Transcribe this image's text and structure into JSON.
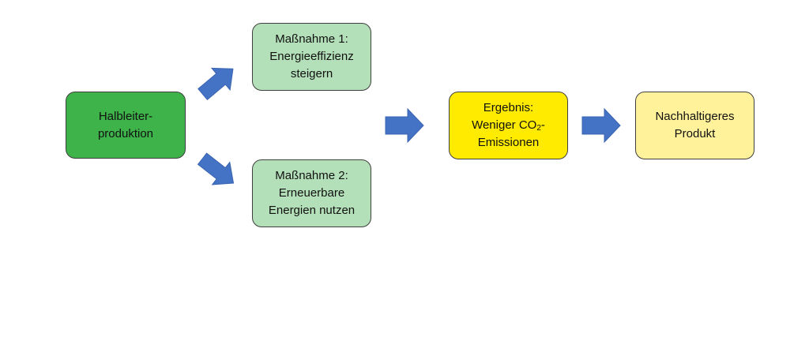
{
  "colors": {
    "start": "#3db34a",
    "measure": "#b3e0b8",
    "result": "#ffeb00",
    "product": "#fff29a",
    "arrow": "#4472c4",
    "border": "#3f3f3f"
  },
  "boxes": {
    "start": {
      "text": "Halbleiter-\nproduktion"
    },
    "measure1": {
      "text": "Maßnahme 1:\nEnergieeffizienz\nsteigern"
    },
    "measure2": {
      "text": "Maßnahme 2:\nErneuerbare\nEnergien nutzen"
    },
    "result": {
      "line1": "Ergebnis:",
      "line2_pre": "Weniger CO",
      "line2_sub": "2",
      "line2_post": "-",
      "line3": "Emissionen"
    },
    "product": {
      "text": "Nachhaltigeres\nProdukt"
    }
  },
  "arrows": [
    {
      "from": "start",
      "to": "measure1",
      "icon": "block-arrow-icon"
    },
    {
      "from": "start",
      "to": "measure2",
      "icon": "block-arrow-icon"
    },
    {
      "from": "measures",
      "to": "result",
      "icon": "block-arrow-icon"
    },
    {
      "from": "result",
      "to": "product",
      "icon": "block-arrow-icon"
    }
  ]
}
